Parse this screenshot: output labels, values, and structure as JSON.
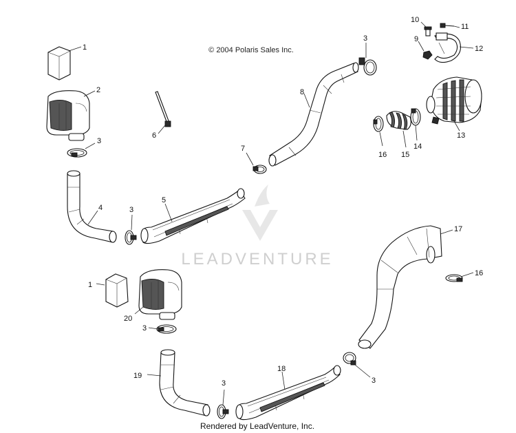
{
  "copyright": "© 2004 Polaris Sales Inc.",
  "rendered_by": "Rendered by LeadVenture, Inc.",
  "watermark": "LEADVENTURE",
  "callouts": {
    "c1_top": "1",
    "c2": "2",
    "c3_a": "3",
    "c3_b": "3",
    "c3_c": "3",
    "c3_d": "3",
    "c3_e": "3",
    "c3_f": "3",
    "c4": "4",
    "c5": "5",
    "c6": "6",
    "c7": "7",
    "c8": "8",
    "c9": "9",
    "c10": "10",
    "c11": "11",
    "c12": "12",
    "c13": "13",
    "c14": "14",
    "c15": "15",
    "c16_a": "16",
    "c16_b": "16",
    "c17": "17",
    "c18": "18",
    "c19": "19",
    "c20": "20",
    "c1_bottom": "1"
  },
  "colors": {
    "line": "#111111",
    "watermark": "#cfcfcf",
    "background": "#ffffff"
  }
}
